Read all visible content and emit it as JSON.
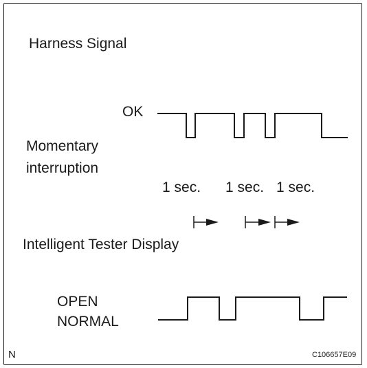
{
  "diagram": {
    "title": "Harness Signal",
    "ok_label": "OK",
    "interruption_label_line1": "Momentary",
    "interruption_label_line2": "interruption",
    "durations": [
      "1 sec.",
      "1 sec.",
      "1 sec."
    ],
    "tester_label": "Intelligent Tester Display",
    "open_label": "OPEN",
    "normal_label": "NORMAL",
    "corner_mark": "N",
    "figure_code": "C106657E09"
  }
}
